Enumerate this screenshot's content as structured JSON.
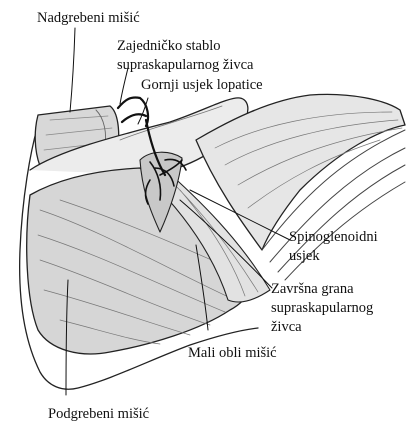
{
  "labels": {
    "nadgrebeni": "Nadgrebeni mišić",
    "zajednicko_1": "Zajedničko stablo",
    "zajednicko_2": "supraskapularnog živca",
    "gornji_usjek": "Gornji usjek lopatice",
    "spinoglenoidni_1": "Spinoglenoidni",
    "spinoglenoidni_2": "usjek",
    "zavrsna_1": "Završna grana",
    "zavrsna_2": "supraskapularnog",
    "zavrsna_3": "živca",
    "mali_obli": "Mali obli mišić",
    "podgrebeni": "Podgrebeni mišić"
  }
}
